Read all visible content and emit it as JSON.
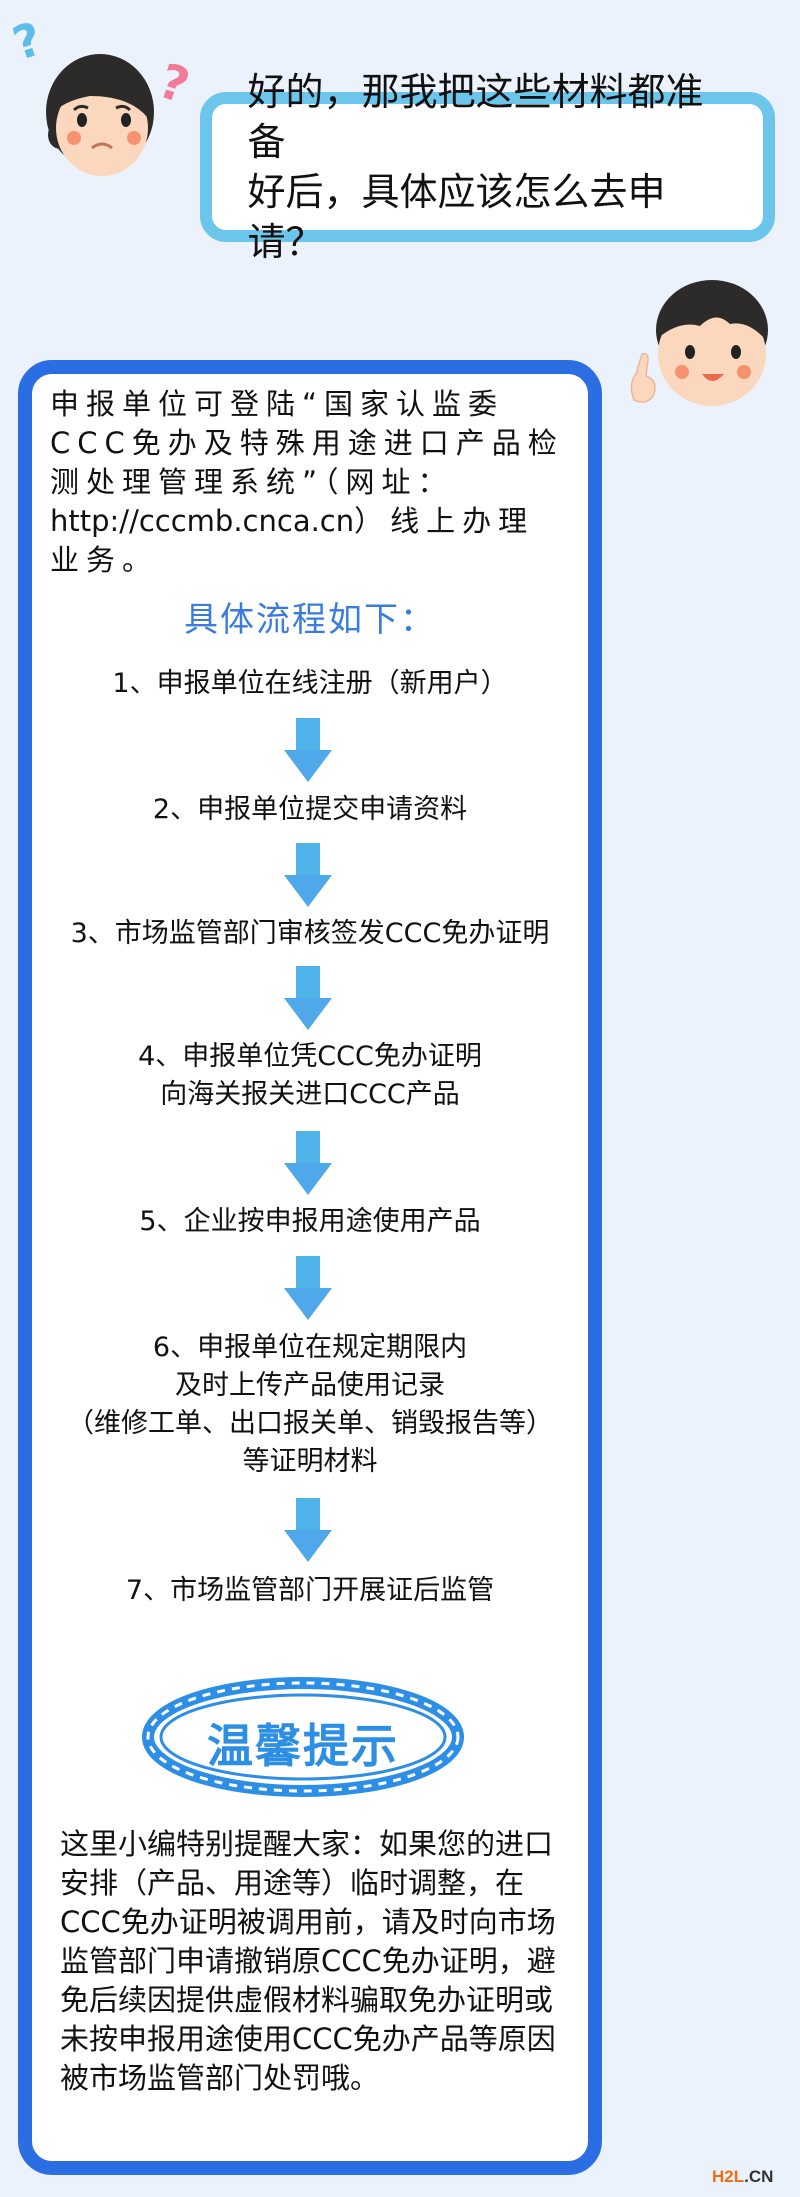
{
  "question": {
    "lines": [
      "好的，那我把这些材料都准备",
      "好后，具体应该怎么去申请？"
    ],
    "text": "好的，那我把这些材料都准备好后，具体应该怎么去申请？"
  },
  "intro": {
    "text_before_url": "申报单位可登陆“国家认监委CCC免办及特殊用途进口产品检测处理管理系统”（网址：",
    "url": "http://cccmb.cnca.cn",
    "text_after_url": "）线上办理业务。"
  },
  "flow": {
    "title": "具体流程如下：",
    "steps": [
      {
        "lines": [
          "1、申报单位在线注册（新用户）"
        ]
      },
      {
        "lines": [
          "2、申报单位提交申请资料"
        ]
      },
      {
        "lines": [
          "3、市场监管部门审核签发CCC免办证明"
        ]
      },
      {
        "lines": [
          "4、申报单位凭CCC免办证明",
          "向海关报关进口CCC产品"
        ]
      },
      {
        "lines": [
          "5、企业按申报用途使用产品"
        ]
      },
      {
        "lines": [
          "6、申报单位在规定期限内",
          "及时上传产品使用记录",
          "（维修工单、出口报关单、销毁报告等）",
          "等证明材料"
        ]
      },
      {
        "lines": [
          "7、市场监管部门开展证后监管"
        ]
      }
    ]
  },
  "tip": {
    "badge": "温馨提示",
    "text": "这里小编特别提醒大家：如果您的进口安排（产品、用途等）临时调整，在CCC免办证明被调用前，请及时向市场监管部门申请撤销原CCC免办证明，避免后续因提供虚假材料骗取免办证明或未按申报用途使用CCC免办产品等原因被市场监管部门处罚哦。"
  },
  "watermark": {
    "brand": "H2L",
    "suffix": ".CN"
  },
  "colors": {
    "background": "#ecf2fc",
    "card_border": "#2b6de3",
    "bubble_border": "#6cc6ec",
    "title_blue": "#3a7be0",
    "arrow": "#4fb3ea",
    "badge_blue": "#2d8ee6",
    "watermark_orange": "#f56b12"
  }
}
